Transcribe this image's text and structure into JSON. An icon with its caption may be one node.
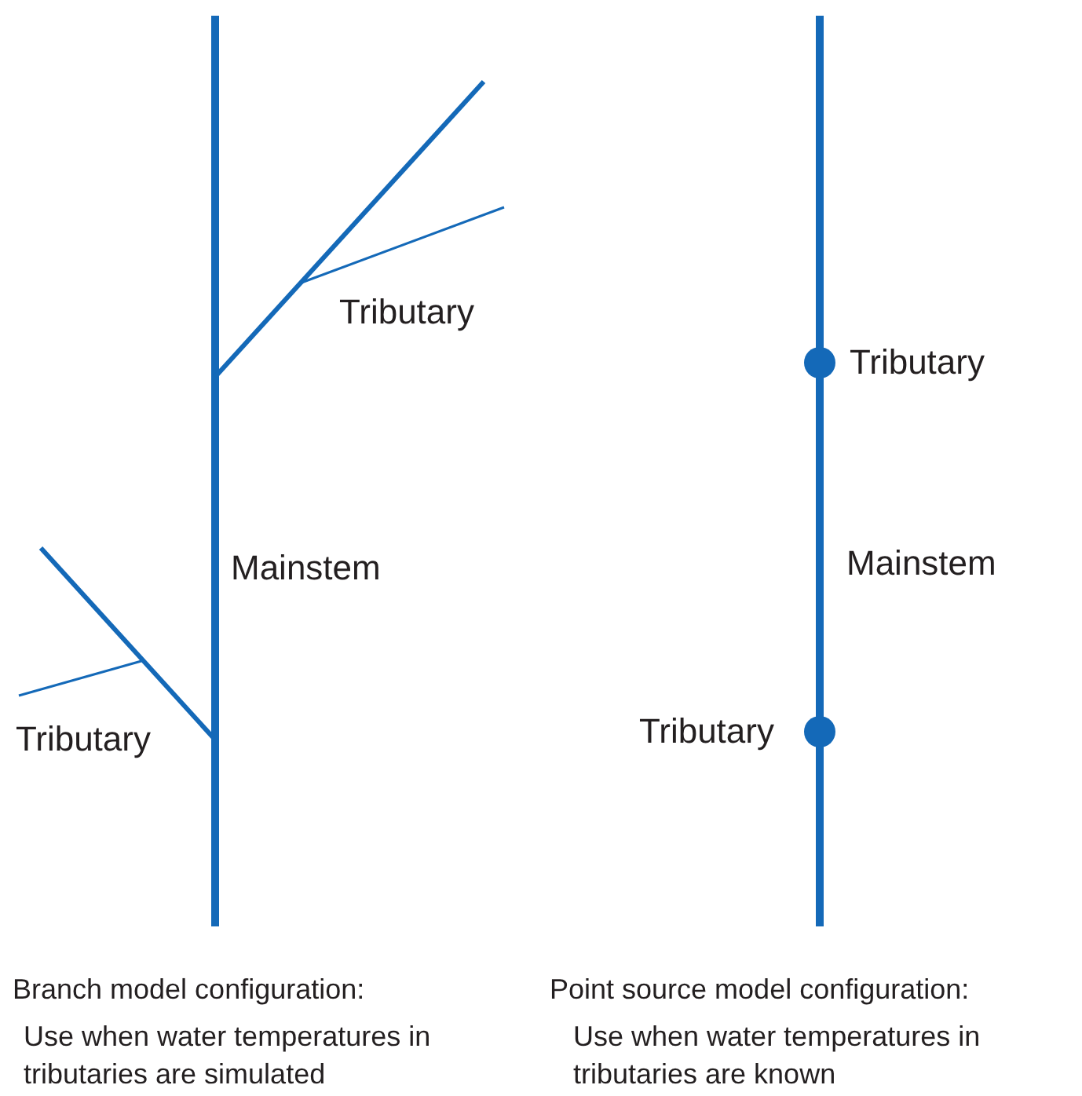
{
  "diagram": {
    "labels": [
      "Tributary",
      "Mainstem",
      "Tributary",
      "Tributary",
      "Mainstem",
      "Tributary",
      "Branch model configuration:",
      "Use when water temperatures in tributaries are simulated",
      "Point source model configuration:",
      "Use when water temperatures in tributaries are known"
    ]
  }
}
